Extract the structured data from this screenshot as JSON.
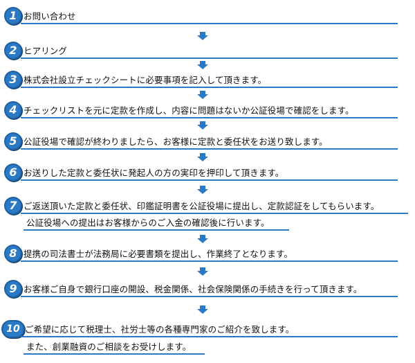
{
  "accent_color": "#2a79c4",
  "arrow_icon": "down-arrow-icon",
  "steps": [
    {
      "number": "1",
      "lines": [
        "お問い合わせ"
      ]
    },
    {
      "number": "2",
      "lines": [
        "ヒアリング"
      ]
    },
    {
      "number": "3",
      "lines": [
        "株式会社設立チェックシートに必要事項を記入して頂きます。"
      ]
    },
    {
      "number": "4",
      "lines": [
        "チェックリストを元に定款を作成し、内容に問題はないか公証役場で確認をします。"
      ]
    },
    {
      "number": "5",
      "lines": [
        "公証役場で確認が終わりましたら、お客様に定款と委任状をお送り致します。"
      ]
    },
    {
      "number": "6",
      "lines": [
        "お送りした定款と委任状に発起人の方の実印を押印して頂きます。"
      ]
    },
    {
      "number": "7",
      "lines": [
        "ご返送頂いた定款と委任状、印鑑証明書を公証役場に提出し、定款認証をしてもらいます。",
        "公証役場への提出はお客様からのご入金の確認後に行います。"
      ]
    },
    {
      "number": "8",
      "lines": [
        "提携の司法書士が法務局に必要書類を提出し、作業終了となります。"
      ]
    },
    {
      "number": "9",
      "lines": [
        "お客様ご自身で銀行口座の開設、税金関係、社会保険関係の手続きを行って頂きます。"
      ]
    },
    {
      "number": "10",
      "lines": [
        "ご希望に応じて税理士、社労士等の各種専門家のご紹介を致します。",
        "また、創業融資のご相談をお受けします。"
      ]
    }
  ]
}
